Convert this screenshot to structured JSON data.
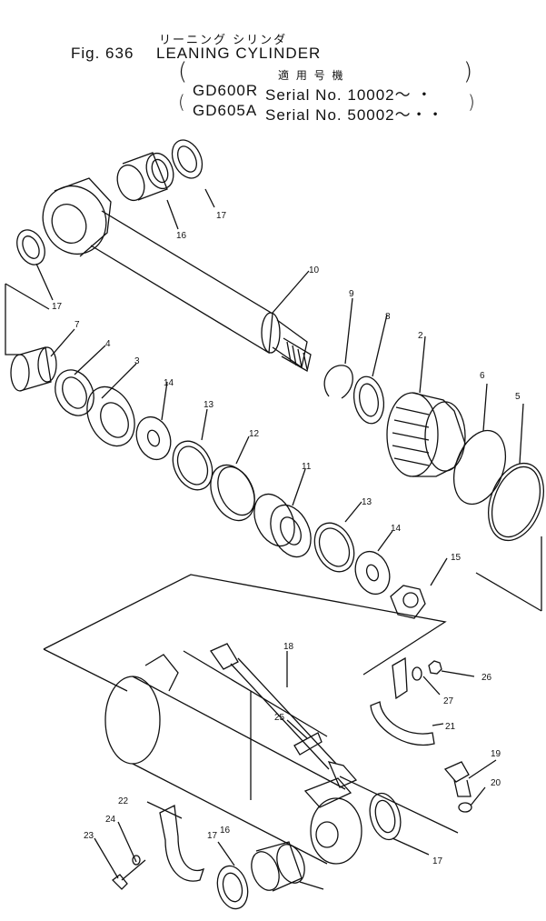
{
  "header": {
    "title_jp": "リーニング シリンダ",
    "fig_label": "Fig. 636",
    "title_en": "LEANING CYLINDER",
    "applicable_jp": "適 用 号 機",
    "model1": "GD600R",
    "serial1": "Serial No. 10002～ ・",
    "model2": "GD605A",
    "serial2": "Serial No. 50002～・・"
  },
  "callouts": {
    "c2": "2",
    "c3": "3",
    "c4": "4",
    "c5": "5",
    "c6": "6",
    "c7": "7",
    "c8": "8",
    "c9": "9",
    "c10": "10",
    "c11": "11",
    "c12": "12",
    "c13a": "13",
    "c13b": "13",
    "c14a": "14",
    "c14b": "14",
    "c15": "15",
    "c16a": "16",
    "c16b": "16",
    "c17a": "17",
    "c17b": "17",
    "c17c": "17",
    "c17d": "17",
    "c18": "18",
    "c19": "19",
    "c20": "20",
    "c21": "21",
    "c22": "22",
    "c23": "23",
    "c24": "24",
    "c25": "25",
    "c26": "26",
    "c27": "27"
  }
}
